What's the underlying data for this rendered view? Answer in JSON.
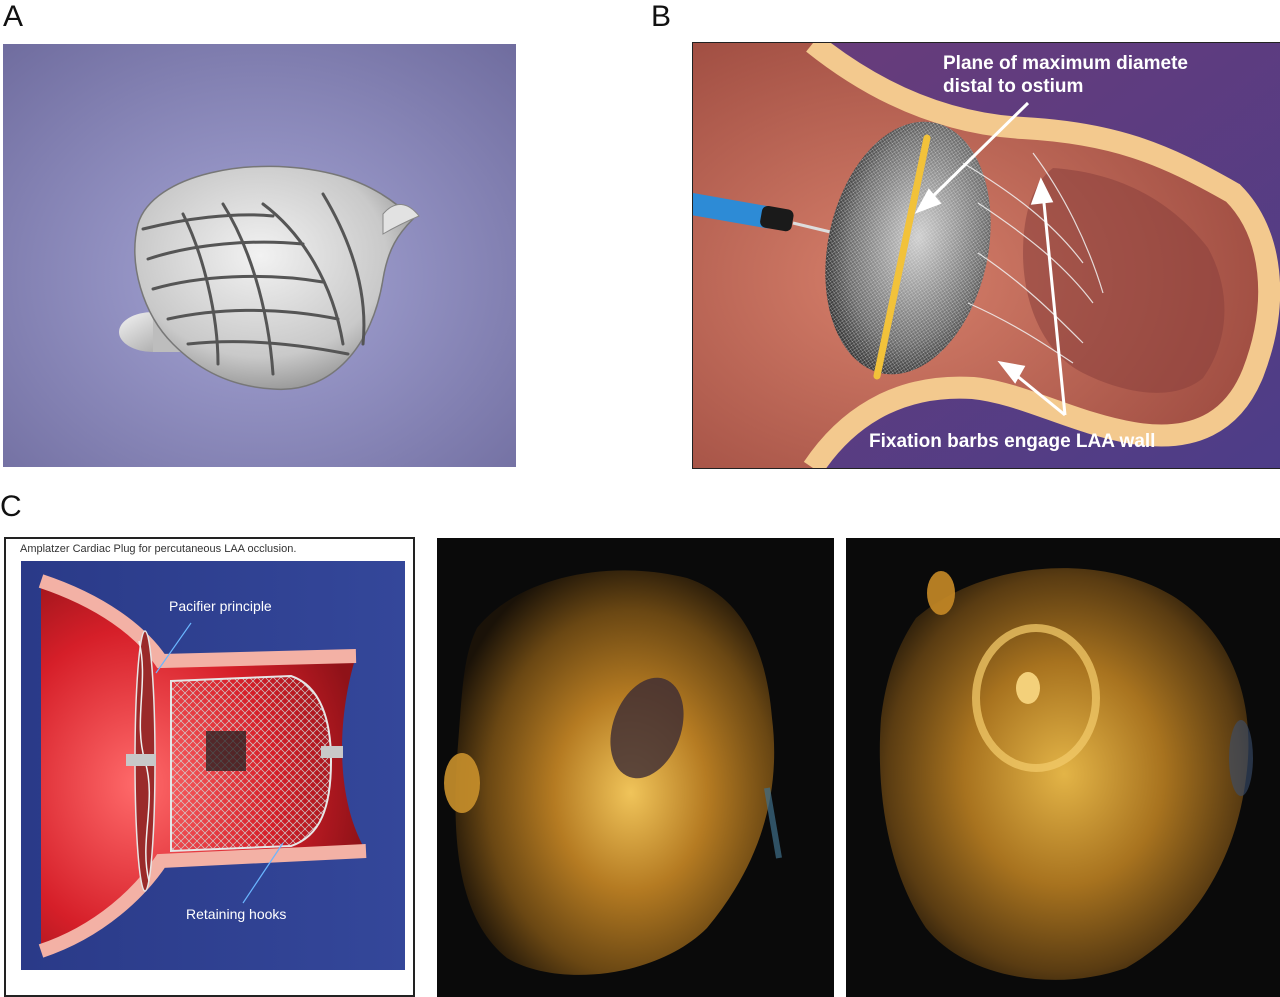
{
  "panels": {
    "a": {
      "letter": "A"
    },
    "b": {
      "letter": "B",
      "label_plane_line1": "Plane of maximum diamete",
      "label_plane_line2": "distal to ostium",
      "label_barbs": "Fixation barbs engage LAA wall"
    },
    "c": {
      "letter": "C",
      "caption": "Amplatzer Cardiac Plug for percutaneous LAA occlusion.",
      "label_pacifier": "Pacifier principle",
      "label_hooks": "Retaining hooks"
    }
  },
  "colors": {
    "background_a": "#8f8fc4",
    "tissue_b": "#c56a58",
    "wall_b": "#f2c890",
    "background_c": "#2f3f8e",
    "vessel_c": "#d8242c",
    "echo_dark": "#0b0b0b",
    "echo_gold": "#c98b2a"
  }
}
